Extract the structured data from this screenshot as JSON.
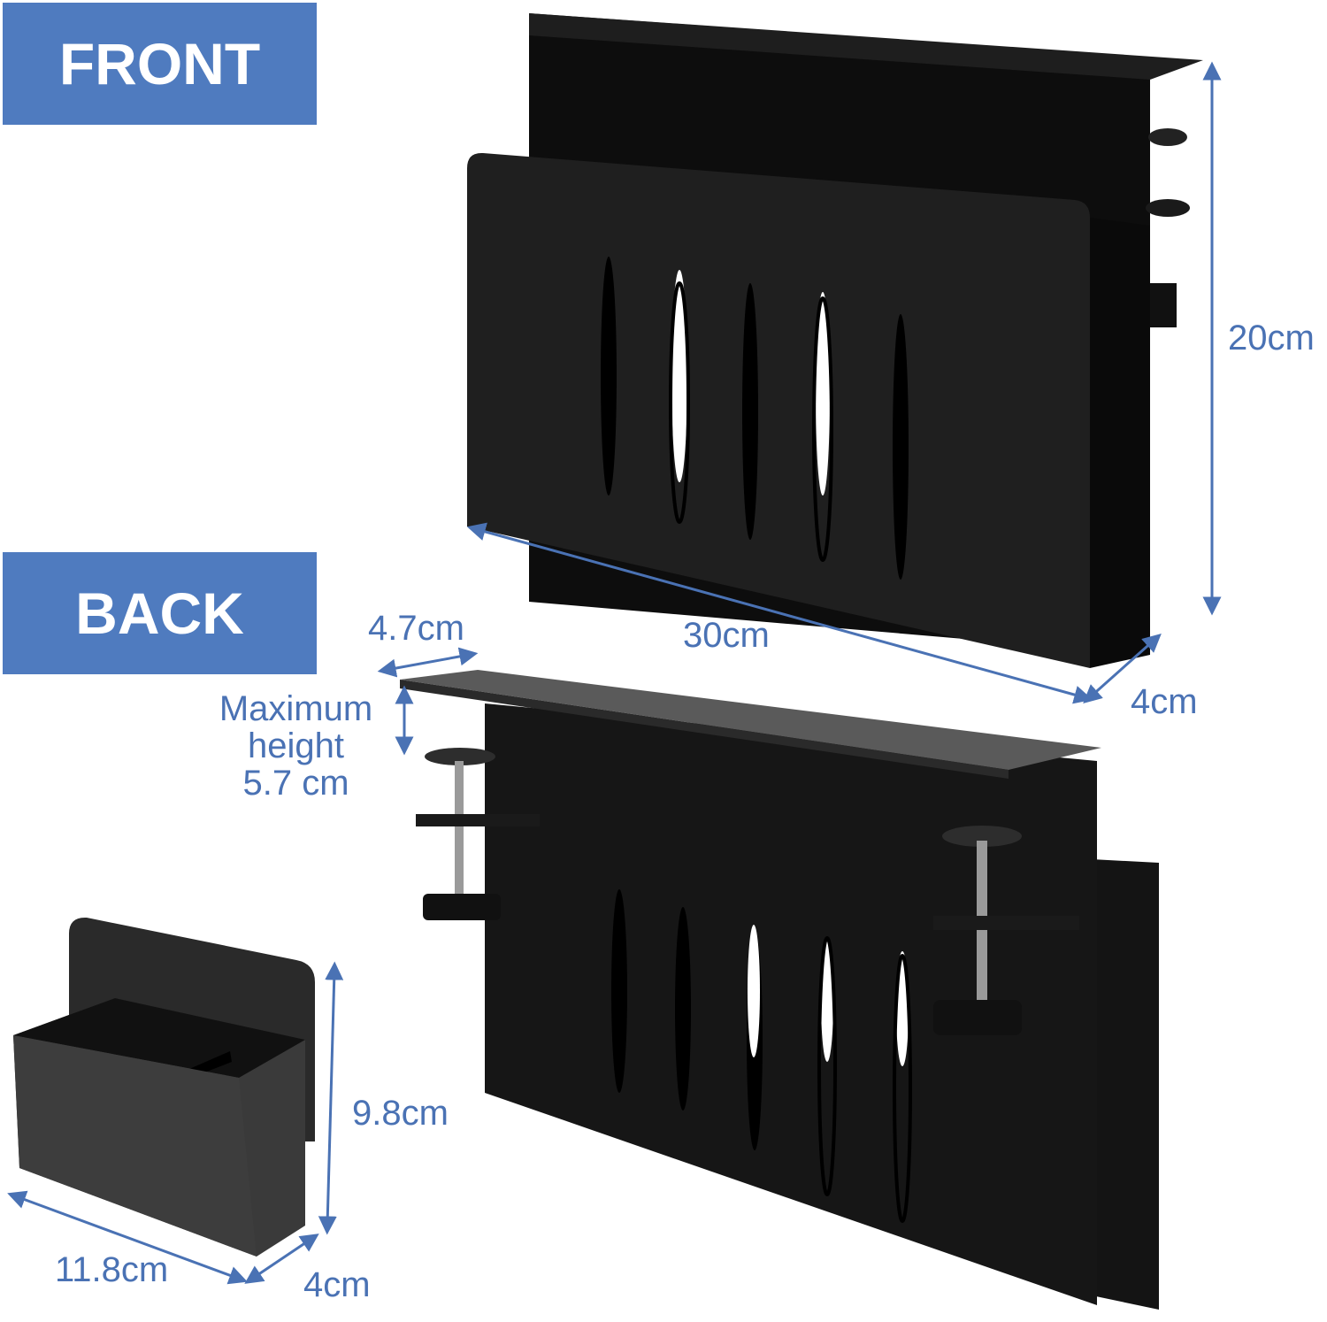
{
  "labels": {
    "front": "FRONT",
    "back": "BACK"
  },
  "colors": {
    "accent": "#4f7bbf",
    "dimension_text": "#4a72b4",
    "product": "#1a1a1a"
  },
  "dimensions": {
    "main_height": "20cm",
    "main_width": "30cm",
    "main_depth": "4cm",
    "clamp_depth": "4.7cm",
    "clamp_max_height": {
      "line1": "Maximum",
      "line2": "height",
      "line3": "5.7 cm"
    },
    "box_height": "9.8cm",
    "box_width": "11.8cm",
    "box_depth": "4cm"
  }
}
